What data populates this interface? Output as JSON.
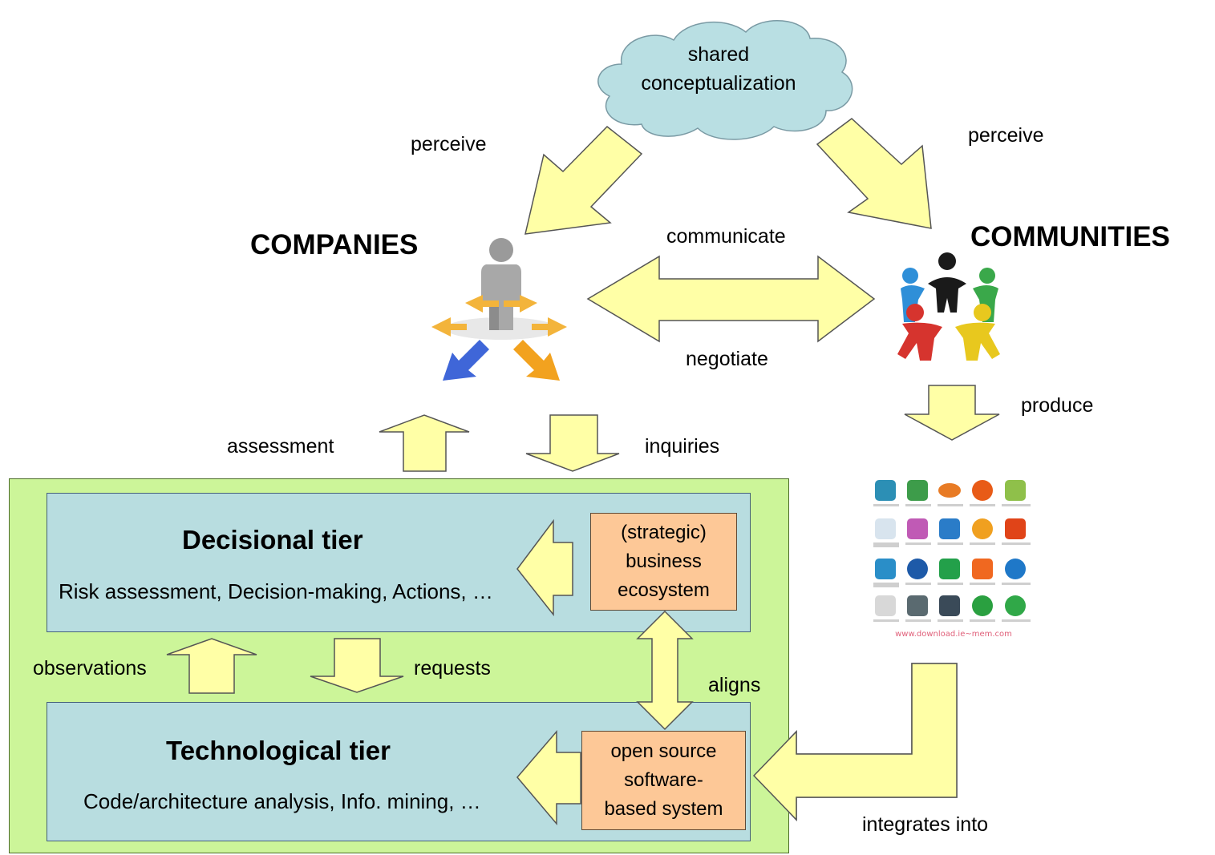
{
  "cloud_text": "shared\nconceptualization",
  "labels": {
    "perceive_left": "perceive",
    "perceive_right": "perceive",
    "communicate": "communicate",
    "negotiate": "negotiate",
    "produce": "produce",
    "assessment": "assessment",
    "inquiries": "inquiries",
    "observations": "observations",
    "requests": "requests",
    "aligns": "aligns",
    "integrates_into": "integrates into"
  },
  "actors": {
    "companies": "COMPANIES",
    "communities": "COMMUNITIES"
  },
  "decisional_tier": {
    "title": "Decisional tier",
    "subtitle": "Risk assessment, Decision-making, Actions, …"
  },
  "technological_tier": {
    "title": "Technological tier",
    "subtitle": "Code/architecture analysis, Info. mining, …"
  },
  "boxes": {
    "business_ecosystem": "(strategic)\nbusiness\necosystem",
    "oss_system": "open source\nsoftware-\nbased system"
  },
  "icon_grid_caption": "www.download.ie~mem.com",
  "colors": {
    "arrow_fill": "#ffffa6",
    "outer_green": "#ccf599",
    "tier_blue": "#b8dde0",
    "box_orange": "#fdc897",
    "cloud": "#b9dfe3"
  }
}
